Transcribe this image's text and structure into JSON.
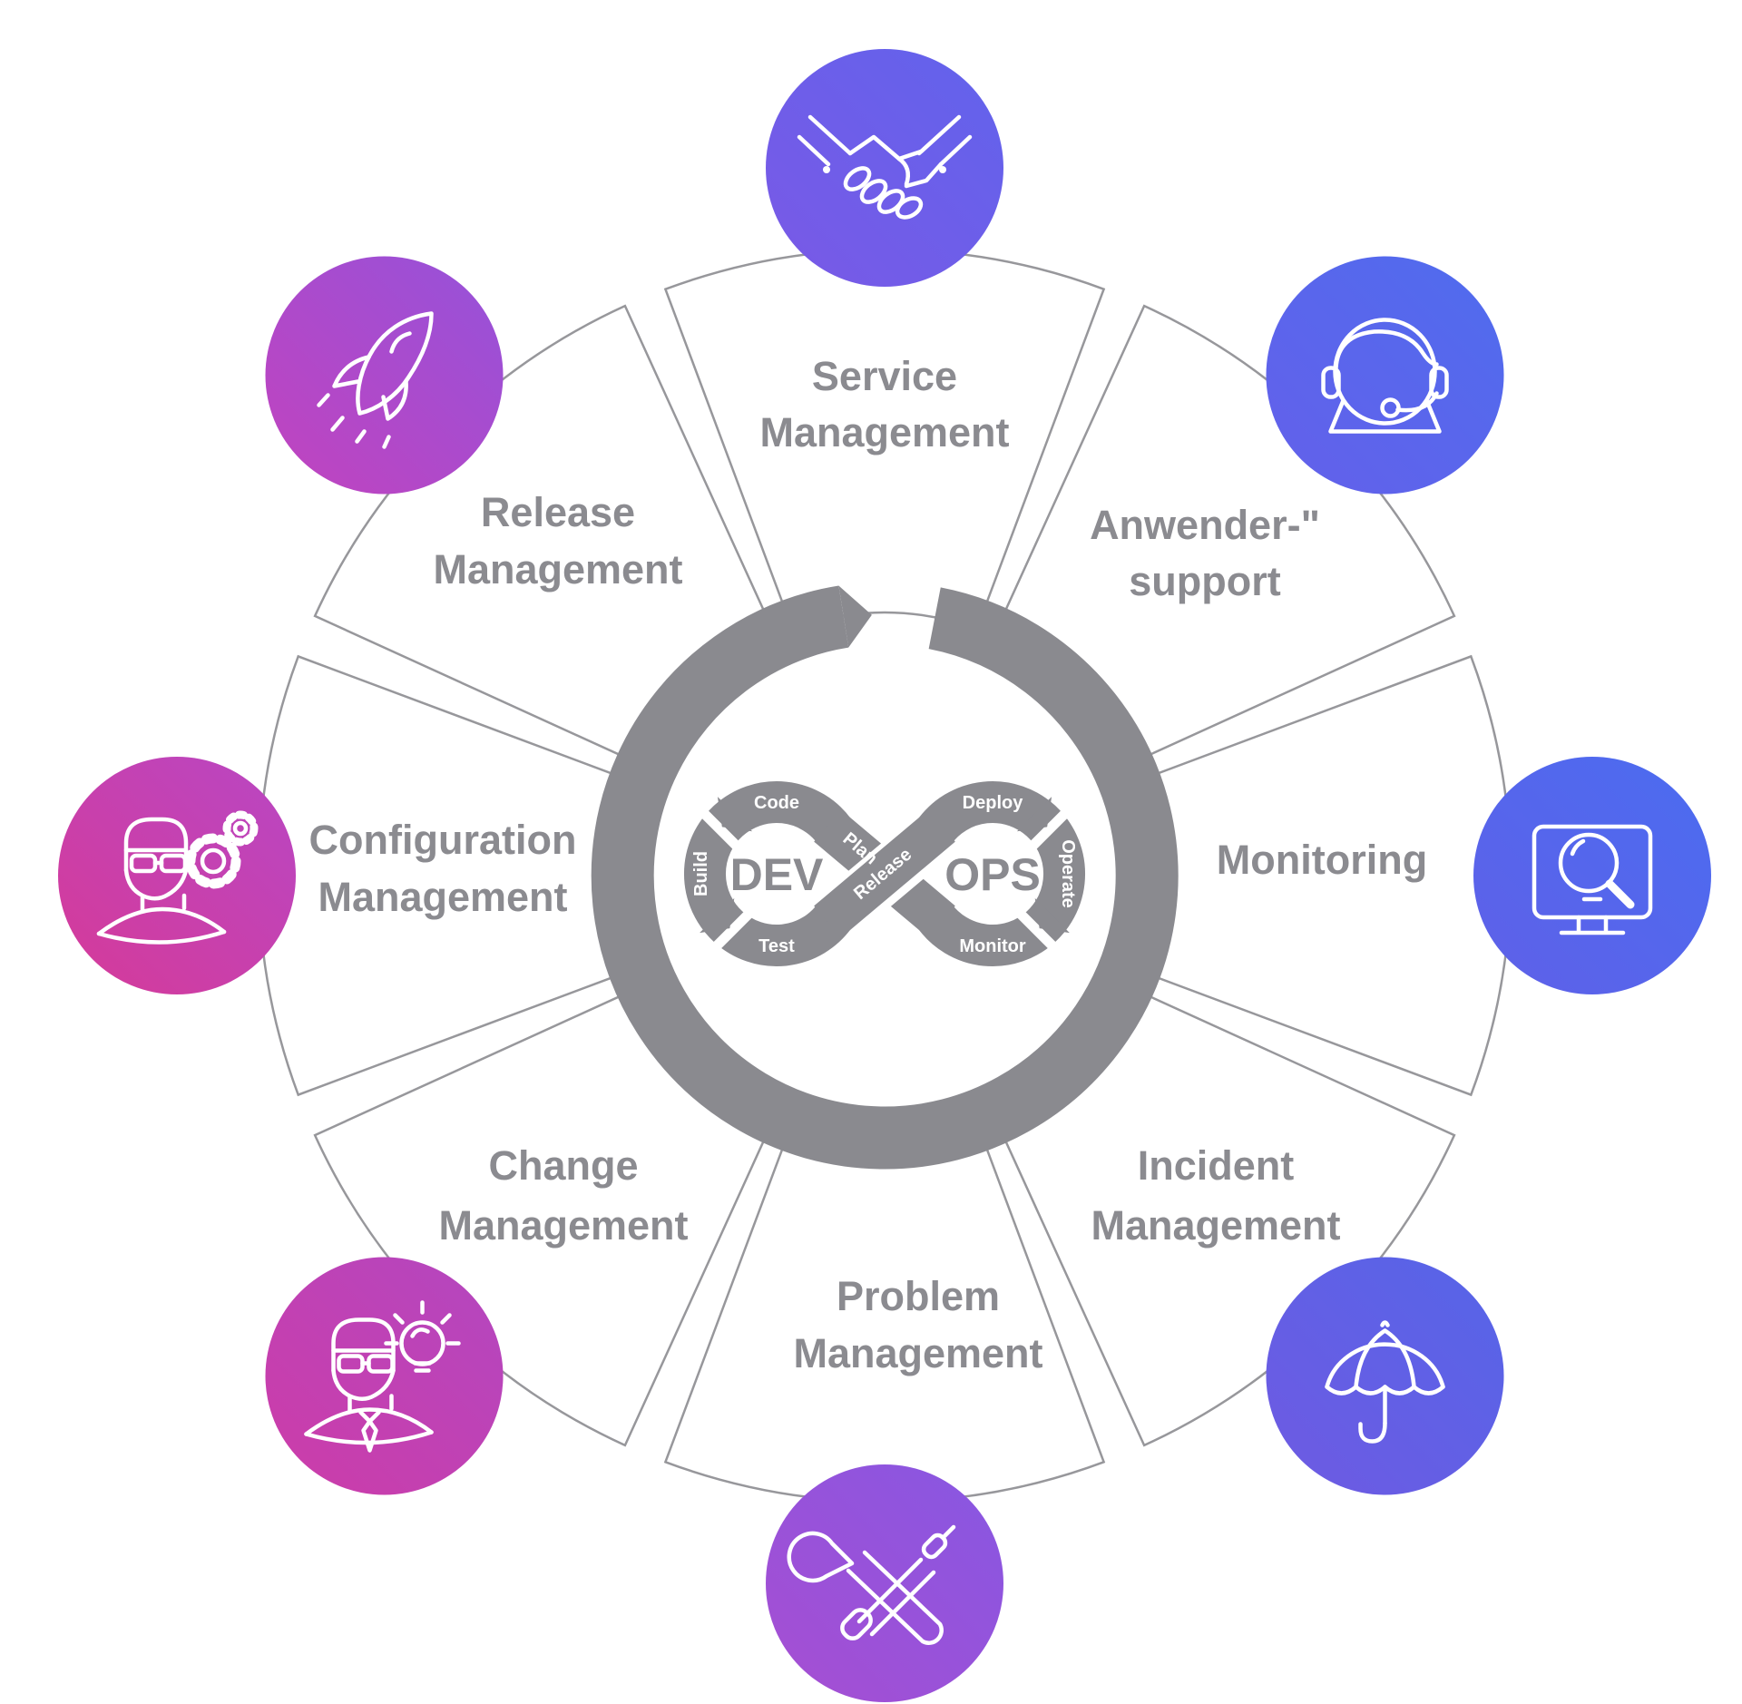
{
  "diagram": {
    "title_semantic": "DevOps ITSM wheel diagram",
    "background": "#ffffff",
    "text_color": "#8b8b90",
    "ring_color": "#8a8a8f",
    "outline_color": "#97979b",
    "center": {
      "dev": "DEV",
      "ops": "OPS",
      "steps": {
        "plan": "Plan",
        "code": "Code",
        "build": "Build",
        "test": "Test",
        "release": "Release",
        "deploy": "Deploy",
        "operate": "Operate",
        "monitor": "Monitor"
      }
    },
    "sectors": [
      {
        "id": "service-management",
        "lines": [
          "Service",
          "Management"
        ],
        "icon": "handshake-icon",
        "color_from": "#7a59e6",
        "color_to": "#6163ec"
      },
      {
        "id": "anwender-support",
        "lines": [
          "Anwender-\"",
          "support"
        ],
        "icon": "headset-agent-icon",
        "color_from": "#6460ea",
        "color_to": "#4f6cee"
      },
      {
        "id": "monitoring",
        "lines": [
          "Monitoring"
        ],
        "icon": "monitor-search-icon",
        "color_from": "#5f60e8",
        "color_to": "#4b6cf0"
      },
      {
        "id": "incident-management",
        "lines": [
          "Incident",
          "Management"
        ],
        "icon": "umbrella-icon",
        "color_from": "#6f5ae2",
        "color_to": "#5565e8"
      },
      {
        "id": "problem-management",
        "lines": [
          "Problem",
          "Management"
        ],
        "icon": "tools-icon",
        "color_from": "#a74ed2",
        "color_to": "#8757e2"
      },
      {
        "id": "change-management",
        "lines": [
          "Change",
          "Management"
        ],
        "icon": "person-idea-icon",
        "color_from": "#cd3ca8",
        "color_to": "#b347c0"
      },
      {
        "id": "configuration-management",
        "lines": [
          "Configuration",
          "Management"
        ],
        "icon": "person-gears-icon",
        "color_from": "#d63a98",
        "color_to": "#b847c4"
      },
      {
        "id": "release-management",
        "lines": [
          "Release",
          "Management"
        ],
        "icon": "rocket-icon",
        "color_from": "#c243be",
        "color_to": "#9552da"
      }
    ]
  }
}
